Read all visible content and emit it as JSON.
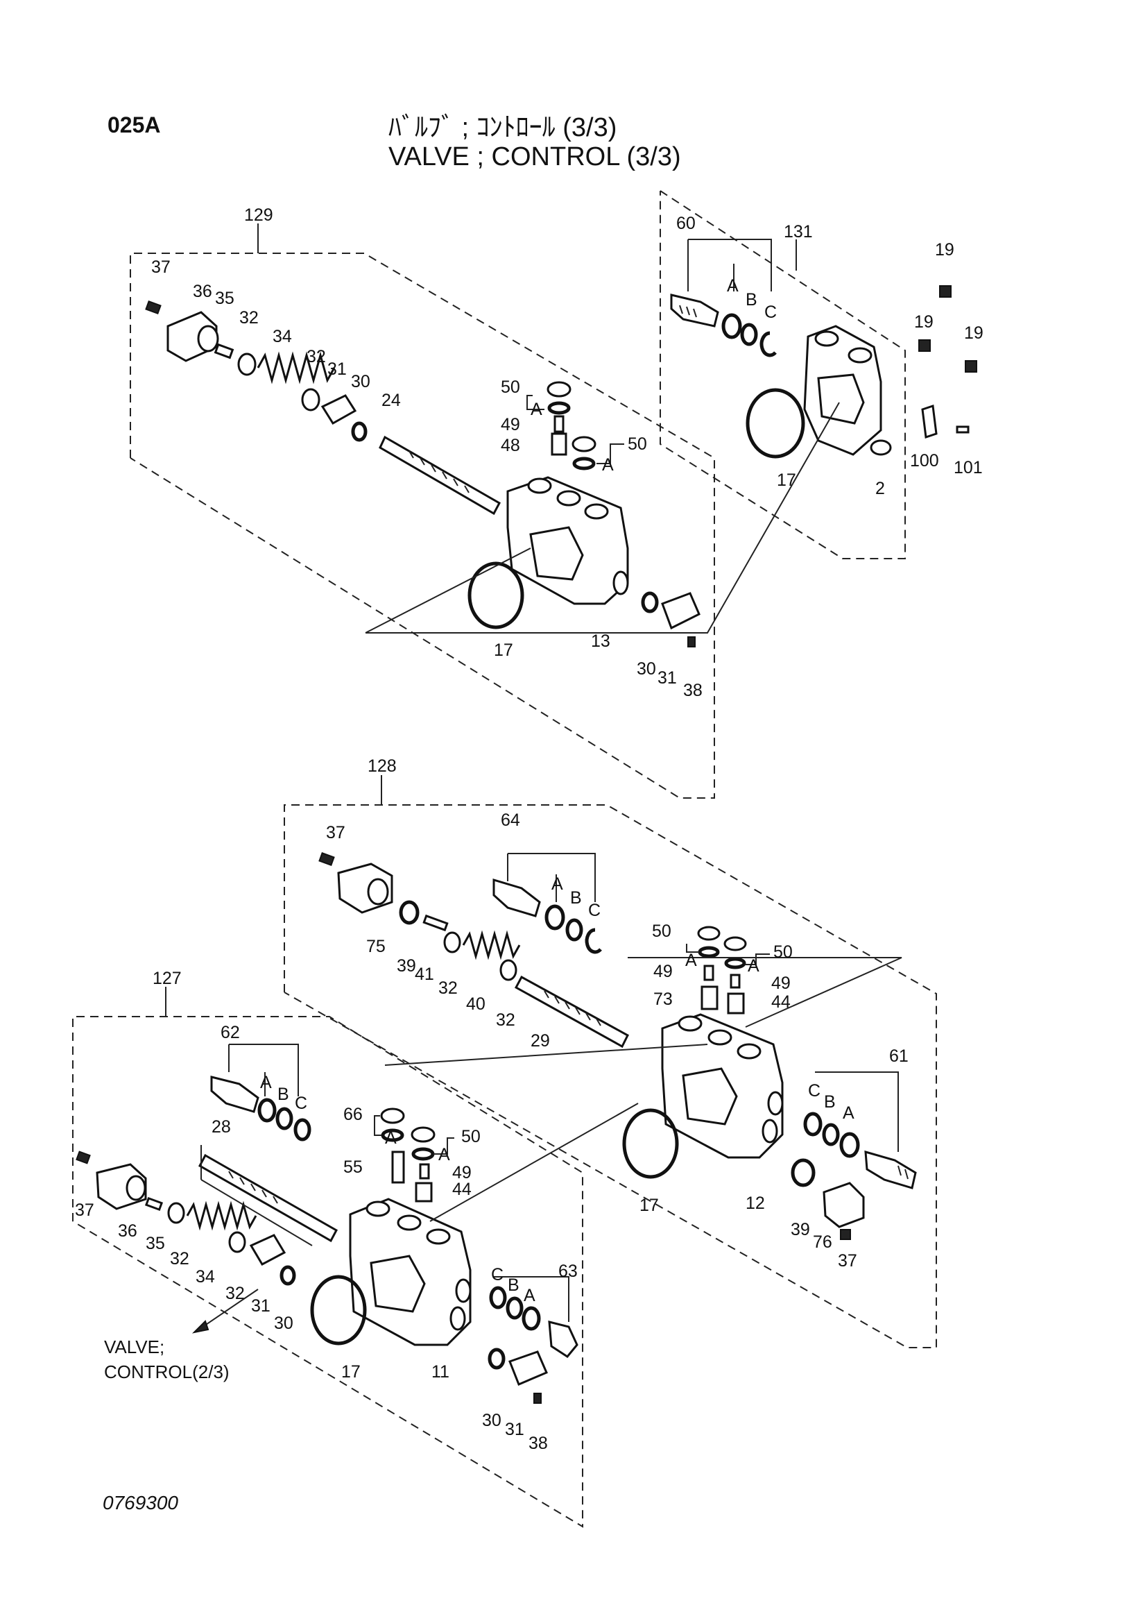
{
  "header": {
    "code": "025A",
    "title_jp": "ﾊﾞﾙﾌﾞ ; ｺﾝﾄﾛｰﾙ (3/3)",
    "title_en": "VALVE ; CONTROL (3/3)"
  },
  "drawing_no": "0769300",
  "note": {
    "line1": "VALVE;",
    "line2": "CONTROL(2/3)"
  },
  "assemblies": {
    "a129": "129",
    "a131": "131",
    "a128": "128",
    "a127": "127"
  },
  "labels": {
    "L37a": "37",
    "L36a": "36",
    "L35a": "35",
    "L32a": "32",
    "L34a": "34",
    "L32b": "32",
    "L31a": "31",
    "L30a": "30",
    "L24": "24",
    "L50a": "50",
    "L49a": "49",
    "L48": "48",
    "L50b": "50",
    "L17a": "17",
    "L13": "13",
    "L30b": "30",
    "L31b": "31",
    "L38a": "38",
    "L60": "60",
    "L19a": "19",
    "L19b": "19",
    "L19c": "19",
    "L100": "100",
    "L101": "101",
    "L17b": "17",
    "L2": "2",
    "L37b": "37",
    "L75": "75",
    "L39a": "39",
    "L41": "41",
    "L32c": "32",
    "L40": "40",
    "L32d": "32",
    "L29": "29",
    "L64": "64",
    "L50c": "50",
    "L50d": "50",
    "L49b": "49",
    "L49c": "49",
    "L73": "73",
    "L44a": "44",
    "L61": "61",
    "L17c": "17",
    "L12": "12",
    "L39b": "39",
    "L76": "76",
    "L37c": "37",
    "L62": "62",
    "L28": "28",
    "L37d": "37",
    "L36b": "36",
    "L35b": "35",
    "L32e": "32",
    "L34b": "34",
    "L32f": "32",
    "L31c": "31",
    "L30c": "30",
    "L66": "66",
    "L50e": "50",
    "L55": "55",
    "L49d": "49",
    "L44b": "44",
    "L17d": "17",
    "L11": "11",
    "L63": "63",
    "L30d": "30",
    "L31d": "31",
    "L38b": "38"
  },
  "letters": {
    "A1": "A",
    "B1": "B",
    "C1": "C",
    "A2": "A",
    "A3": "A",
    "A4": "A",
    "B4": "B",
    "C4": "C",
    "A5": "A",
    "A6": "A",
    "A7": "A",
    "B7": "B",
    "C7": "C",
    "A8": "A",
    "B8": "B",
    "C8": "C",
    "A9": "A",
    "A10": "A",
    "A11": "A",
    "B11": "B",
    "C11": "C"
  }
}
